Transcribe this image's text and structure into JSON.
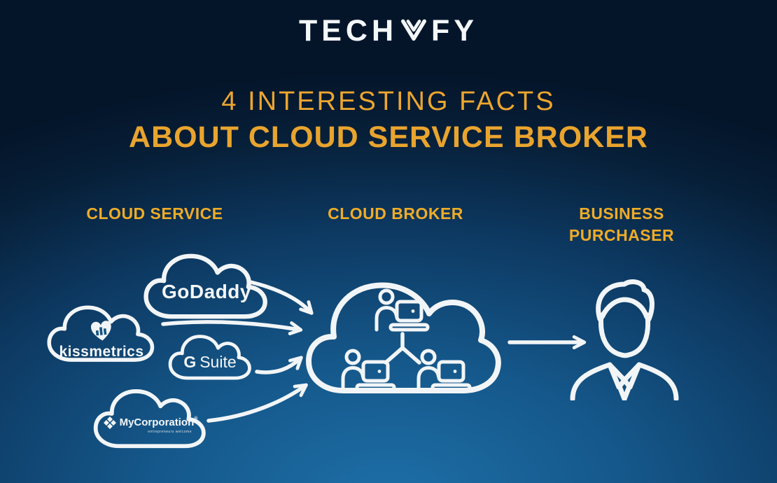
{
  "brand": {
    "name": "TECHVFY",
    "left": "TECH",
    "right": "FY"
  },
  "title": {
    "line1": "4 INTERESTING FACTS",
    "line2": "ABOUT CLOUD SERVICE BROKER"
  },
  "columns": {
    "service": "CLOUD SERVICE",
    "broker": "CLOUD BROKER",
    "purchaser": "BUSINESS PURCHASER"
  },
  "services": {
    "godaddy": {
      "label": "GoDaddy"
    },
    "kissmetrics": {
      "label": "kissmetrics"
    },
    "gsuite": {
      "label_bold": "G",
      "label_rest": "Suite"
    },
    "mycorporation": {
      "label": "MyCorporation",
      "reg": "®",
      "tagline": "entrepreneurs welcome"
    }
  },
  "colors": {
    "gold_light": "#EDA62F",
    "gold_bold": "#E9A42E",
    "gold_header": "#EFAC28",
    "line_white": "#F2F5F7",
    "bg_top": "#04152A",
    "bg_bottom": "#1D6FA7"
  }
}
